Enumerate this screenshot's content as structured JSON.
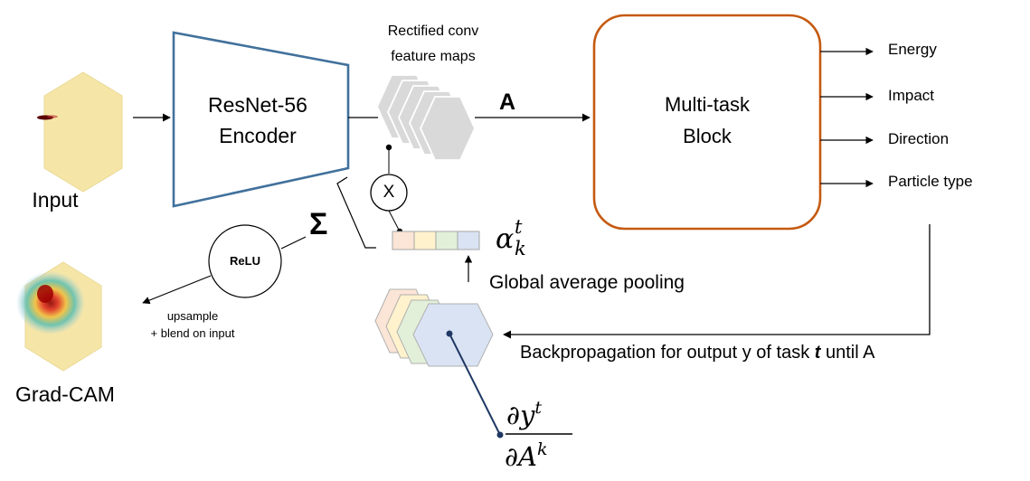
{
  "labels": {
    "input": "Input",
    "gradcam": "Grad-CAM",
    "encoder_line1": "ResNet-56",
    "encoder_line2": "Encoder",
    "feature_maps_line1": "Rectified conv",
    "feature_maps_line2": "feature maps",
    "a_symbol": "A",
    "multitask_line1": "Multi-task",
    "multitask_line2": "Block",
    "multiply": "X",
    "sum": "Σ",
    "relu": "ReLU",
    "upsample_line1": "upsample",
    "upsample_line2": "+ blend on input",
    "gap": "Global average pooling",
    "backprop_prefix": "Backpropagation for output y of task ",
    "backprop_task": "t",
    "backprop_suffix": " until A",
    "alpha_base": "α",
    "alpha_sup": "t",
    "alpha_sub": "k",
    "grad_num_base": "∂y",
    "grad_num_sup": "t",
    "grad_den_base": "∂A",
    "grad_den_sup": "k"
  },
  "outputs": [
    "Energy",
    "Impact",
    "Direction",
    "Particle type"
  ],
  "colors": {
    "encoder_border": "#41719c",
    "multitask_border": "#c55a11",
    "feature_map_fill": "#d9d9d9",
    "pool_peach": "#fbe5d6",
    "pool_yellow": "#fff2cc",
    "pool_green": "#e2f0d9",
    "pool_blue": "#dae3f3",
    "hexagon_yellow": "#f5e6a8",
    "connector_navy": "#1f3864"
  }
}
